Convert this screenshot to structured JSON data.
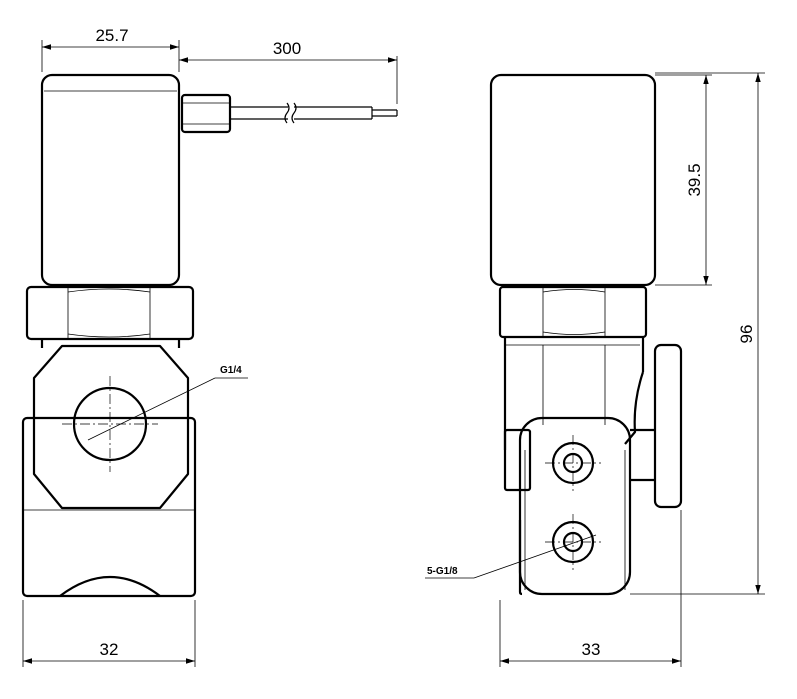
{
  "dimensions": {
    "coil_width": "25.7",
    "cable_length": "300",
    "coil_height": "39.5",
    "total_height": "96",
    "front_width": "32",
    "side_width": "33"
  },
  "callouts": {
    "main_port": "G1/4",
    "side_ports": "5-G1/8"
  }
}
